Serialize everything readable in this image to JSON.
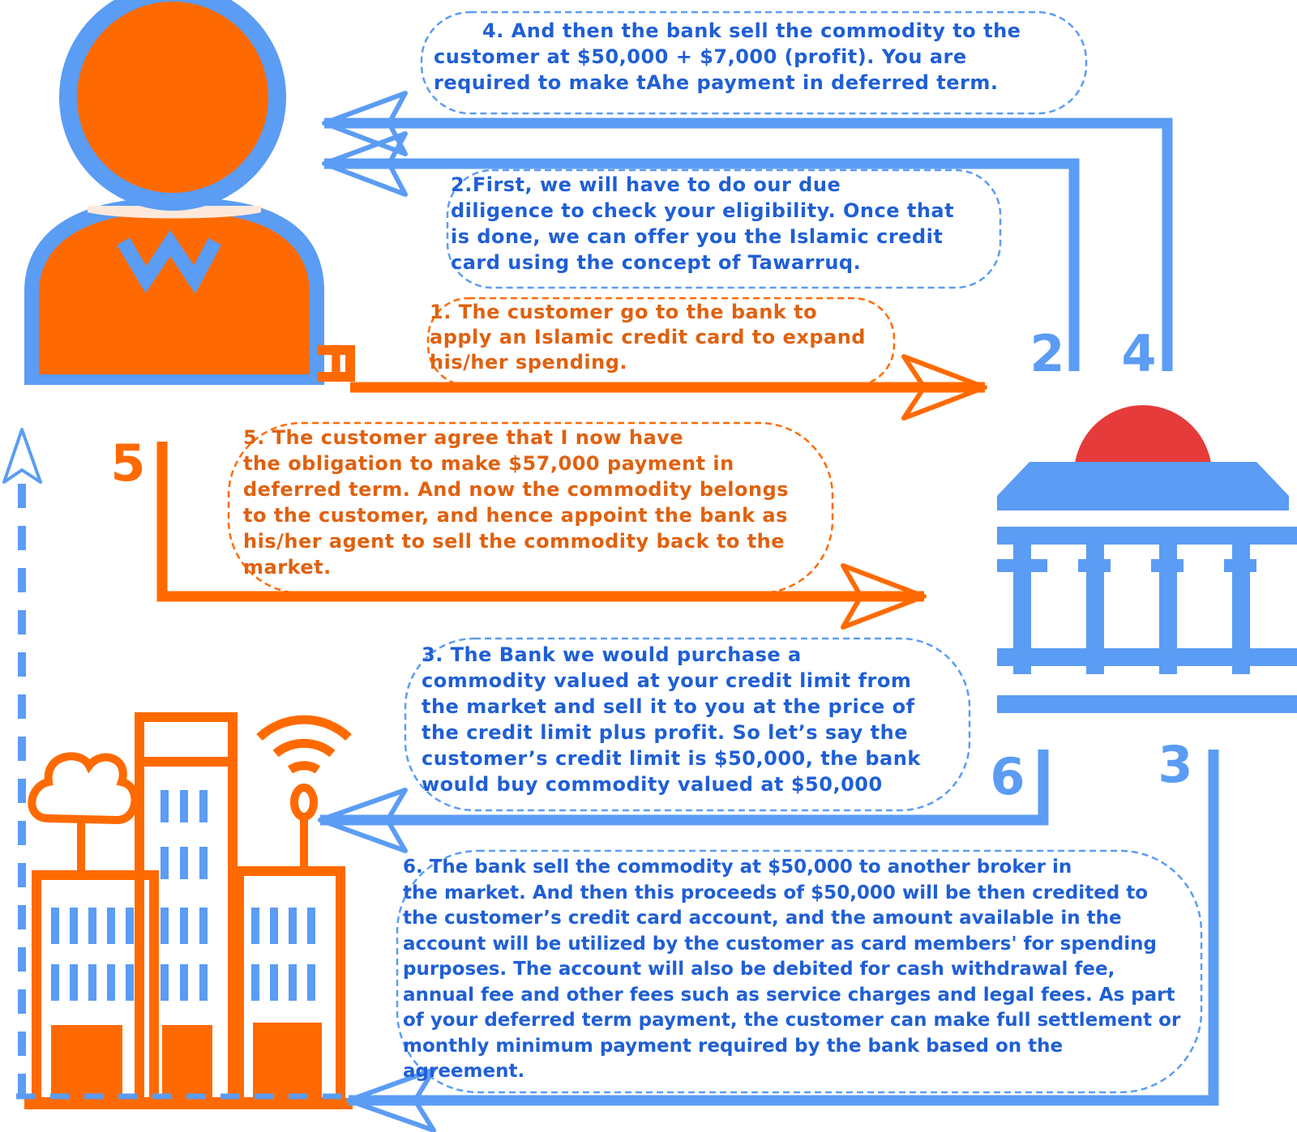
{
  "colors": {
    "blue": "#5b9cf4",
    "blue_text": "#1f5fd6",
    "orange": "#ff6a00",
    "orange_text": "#e0610f",
    "red": "#e63b3b",
    "white": "#ffffff"
  },
  "actors": {
    "customer": {
      "icon": "person-icon"
    },
    "bank": {
      "icon": "bank-icon"
    },
    "market": {
      "icon": "city-market-icon"
    }
  },
  "step_numbers": {
    "one": "1",
    "two": "2",
    "three": "3",
    "four": "4",
    "five": "5",
    "six": "6"
  },
  "steps": {
    "step1": "1. The customer go to the bank to\napply an Islamic credit card to expand\nhis/her  spending.",
    "step2": "2.First, we will have to do our due\ndiligence to check your eligibility. Once that\nis done, we can offer you the Islamic credit\ncard using the concept of Tawarruq.",
    "step3": "3. The Bank we would purchase a\ncommodity valued at your credit limit from\nthe market and  sell it to you at the price of\nthe credit limit plus profit. So let’s say the\ncustomer’s credit  limit is $50,000, the bank\nwould buy commodity valued at $50,000",
    "step4": "4. And then the bank sell the commodity to the\ncustomer at $50,000 + $7,000 (profit). You are\nrequired to  make tAhe payment in deferred term.",
    "step5": "5. The customer agree that I now have\nthe  obligation to make $57,000 payment in\ndeferred term. And now the commodity belongs\nto the customer, and hence appoint the bank as\nhis/her agent to sell the commodity  back to the\nmarket.",
    "step6": "6. The bank sell the commodity at $50,000 to another broker in\nthe  market. And then this proceeds of $50,000 will be then credited to\nthe customer’s credit  card account, and the amount available in the\naccount will be utilized by the customer  as card members' for spending\npurposes.  The account will also be debited for cash withdrawal  fee,\nannual fee and other fees such as service charges and legal fees.  As  part\nof your deferred term payment, the customer can make full settlement or\nmonthly minimum  payment required by the bank based on the\nagreement."
  }
}
